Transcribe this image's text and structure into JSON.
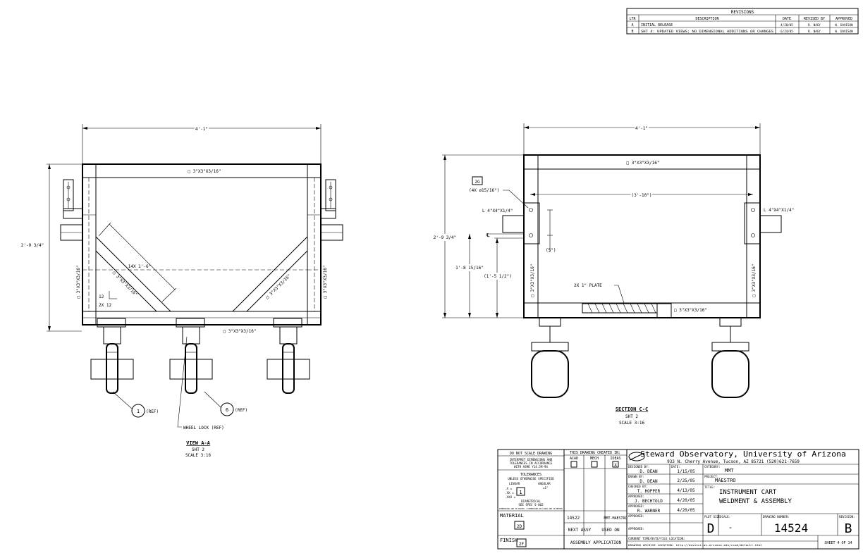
{
  "revisions": {
    "title": "REVISIONS",
    "headers": [
      "LTR",
      "DESCRIPTION",
      "DATE",
      "REVISED BY",
      "APPROVED"
    ],
    "rows": [
      [
        "A",
        "INITIAL RELEASE",
        "4/20/05",
        "R. NAGY",
        "W. DAVISON"
      ],
      [
        "B",
        "SHT 4: UPDATED VIEWS; NO DIMENSIONAL ADDITIONS OR CHANGES",
        "6/24/05",
        "R. NAGY",
        "W. DAVISON"
      ]
    ]
  },
  "view_a": {
    "title": "VIEW A-A",
    "sheet": "SHT 2",
    "scale": "SCALE 3:16",
    "dim_width": "4'-1\"",
    "dim_height": "2'-9 3/4\"",
    "top_member": "3\"X3\"X3/16\"",
    "bottom_member": "3\"X3\"X3/16\"",
    "left_post": "3\"X3\"X3/16\"",
    "right_post": "3\"X3\"X3/16\"",
    "brace_left": "3\"X3\"X3/16\"",
    "brace_right": "3\"X3\"X3/16\"",
    "brace_length": "14X 1'-6\"",
    "angle_12a": "12",
    "angle_12b": "2X 12",
    "callout_1": "1",
    "callout_6": "6",
    "ref_1": "(REF)",
    "ref_6": "(REF)",
    "wheel_lock": "WHEEL LOCK (REF)"
  },
  "section_c": {
    "title": "SECTION C-C",
    "sheet": "SHT 2",
    "scale": "SCALE 3:16",
    "dim_width": "4'-1\"",
    "dim_inner": "(3'-10\")",
    "dim_height": "2'-9 3/4\"",
    "dim_h2": "1'-8 15/16\"",
    "dim_h3": "(1'-5 1/2\")",
    "dim_5": "(5\")",
    "top_member": "3\"X3\"X3/16\"",
    "bottom_member": "3\"X3\"X3/16\"",
    "left_post": "3\"X3\"X3/16\"",
    "right_post": "3\"X3\"X3/16\"",
    "angle_left": "L 4\"X4\"X1/4\"",
    "angle_right": "L 4\"X4\"X1/4\"",
    "hole_tag": "2G",
    "hole_spec": "(4X ø15/16\")",
    "plate": "2X 1\" PLATE",
    "centerline": "℄"
  },
  "title_block": {
    "do_not_scale": "DO NOT SCALE DRAWING",
    "interpret": "INTERPRET DIMENSIONS AND TOLERANCES IN ACCORDANCE WITH ASME Y14.5M-94",
    "tolerances": "TOLERANCES",
    "unless": "UNLESS OTHERWISE SPECIFIED",
    "linear": "LINEAR",
    "angular": "ANGULAR",
    "angular_val": "±1°",
    "tol_x": ".X =",
    "tol_xx": ".XX =",
    "tol_xxx": ".XXX =",
    "tol_tag": "1",
    "diametrical": "DIAMETRICAL",
    "see_spec": "SEE SPEC S-002",
    "dim_note": "DIMENSIONS ARE IN INCHES / DIMENSIONS EN LINEA ARE IN METERS",
    "created_in": "THIS DRAWING CREATED IN:",
    "cad_acad": "ACAD",
    "cad_mech": "MECH",
    "cad_ideas": "IDEAS",
    "cad_mark": "X",
    "material": "MATERIAL",
    "material_tag": "2D",
    "finish": "FINISH",
    "finish_tag": "2F",
    "next_assy_no": "14522",
    "used_on_no": "MMT-MAESTRO",
    "next_assy": "NEXT ASSY",
    "used_on": "USED ON",
    "assy_app": "ASSEMBLY APPLICATION",
    "org": "Steward Observatory, University of Arizona",
    "address": "933 N. Cherry Avenue, Tucson, AZ  85721   (520)621-7659",
    "designed_by_lbl": "DESIGNED BY:",
    "designed_by": "D. DEAN",
    "date_lbl": "DATE:",
    "designed_date": "1/15/05",
    "drawn_by_lbl": "DRAWN BY:",
    "drawn_by": "D. DEAN",
    "drawn_date": "2/25/05",
    "checked_by_lbl": "CHECKED BY:",
    "checked_by": "T. HOPPER",
    "checked_date": "4/13/05",
    "approved_lbl": "APPROVED:",
    "approved1": "J. BECHTOLD",
    "approved1_date": "4/20/05",
    "approved2": "R. WARNER",
    "approved2_date": "4/20/05",
    "category_lbl": "CATEGORY:",
    "category": "MMT",
    "project_lbl": "PROJECT:",
    "project": "MAESTRO",
    "title_lbl": "TITLE:",
    "title1": "INSTRUMENT CART",
    "title2": "WELDMENT & ASSEMBLY",
    "plot_size_lbl": "PLOT SIZE",
    "plot_size": "D",
    "scale_lbl": "SCALE:",
    "scale": "-",
    "dwg_no_lbl": "DRAWING NUMBER:",
    "dwg_no": "14524",
    "revision_lbl": "REVISION:",
    "revision": "B",
    "current_lbl": "CURRENT TIME/DATE/FILE LOCATION:",
    "archive_lbl": "DRAWING ARCHIVE LOCATION: http://dovinci.as.arizona.edu/ccad/default.html",
    "sheet": "SHEET 4 OF 14"
  }
}
